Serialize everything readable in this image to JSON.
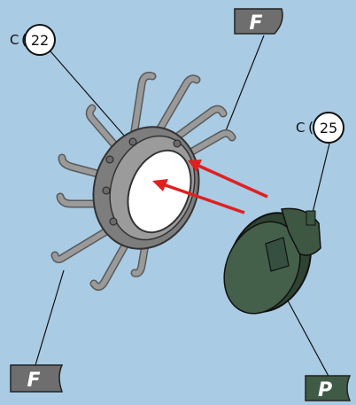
{
  "callouts": [
    {
      "prefix": "C",
      "number": "22"
    },
    {
      "prefix": "C",
      "number": "25"
    }
  ],
  "flags": [
    {
      "letter": "F",
      "color": "#6e6e6e"
    },
    {
      "letter": "F",
      "color": "#6e6e6e"
    },
    {
      "letter": "P",
      "color": "#3f5a45"
    }
  ],
  "colors": {
    "background": "#a9cbe4",
    "part_gray": "#8a8a8a",
    "part_dark_green": "#3e5742",
    "arrow_red": "#e02020"
  }
}
